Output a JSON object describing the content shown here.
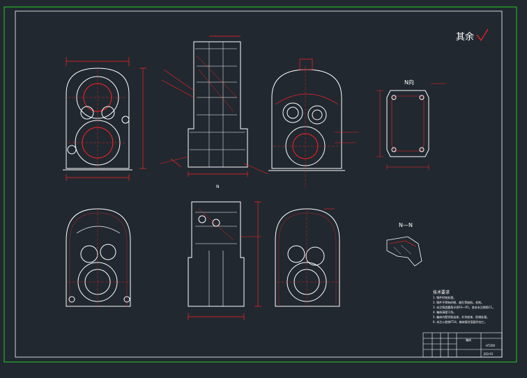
{
  "finish_mark": {
    "text": "其余",
    "symbol": "roughness-check-icon"
  },
  "views": {
    "n_direction": "N向",
    "section_nn": "N—N",
    "n_marker": "N"
  },
  "tech_notes": {
    "title": "技术要求",
    "items": [
      "1. 铸件时效处理。",
      "2. 铸件不得有砂眼、缩孔等缺陷，毛刺。",
      "3. 未注铸造圆角半径R3～R5，各处未注倒角C1。",
      "4. 箱体清理干净。",
      "5. 箱体内壁涂耐油漆，外涂底漆，防锈处理。",
      "6. 未注公差按IT14，箱体接合面配作加工。"
    ]
  },
  "title_block": {
    "name": "箱体",
    "code": "HT200",
    "drawing_no": "JSQ-01"
  },
  "colors": {
    "background": "#212830",
    "geometry": "#ffffff",
    "dimension": "#ff2222",
    "frame": "#22cc22"
  }
}
